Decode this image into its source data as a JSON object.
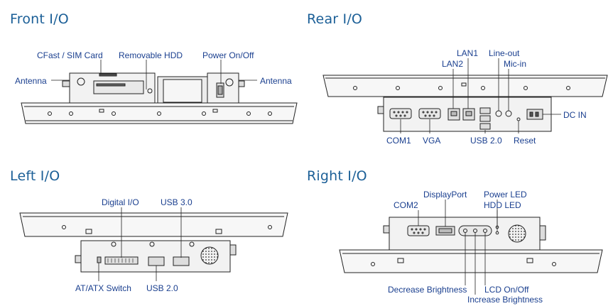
{
  "sections": {
    "front": {
      "title": "Front I/O",
      "labels": {
        "cfast": "CFast / SIM Card",
        "hdd": "Removable HDD",
        "power": "Power On/Off",
        "antenna_left": "Antenna",
        "antenna_right": "Antenna"
      }
    },
    "rear": {
      "title": "Rear I/O",
      "labels": {
        "lan1": "LAN1",
        "lan2": "LAN2",
        "lineout": "Line-out",
        "micin": "Mic-in",
        "dcin": "DC IN",
        "com1": "COM1",
        "vga": "VGA",
        "usb20": "USB 2.0",
        "reset": "Reset"
      }
    },
    "left": {
      "title": "Left I/O",
      "labels": {
        "dio": "Digital I/O",
        "usb30": "USB 3.0",
        "atx": "AT/ATX Switch",
        "usb20": "USB 2.0"
      }
    },
    "right": {
      "title": "Right I/O",
      "labels": {
        "displayport": "DisplayPort",
        "powerled": "Power LED",
        "hddled": "HDD LED",
        "com2": "COM2",
        "decbright": "Decrease Brightness",
        "lcdonoff": "LCD On/Off",
        "incbright": "Increase Brightness"
      }
    }
  },
  "colors": {
    "title": "#1b5f97",
    "label": "#1a3f8f",
    "line": "#222222",
    "frame_fill": "#f4f4f4",
    "panel_fill": "#e6e6e6"
  }
}
